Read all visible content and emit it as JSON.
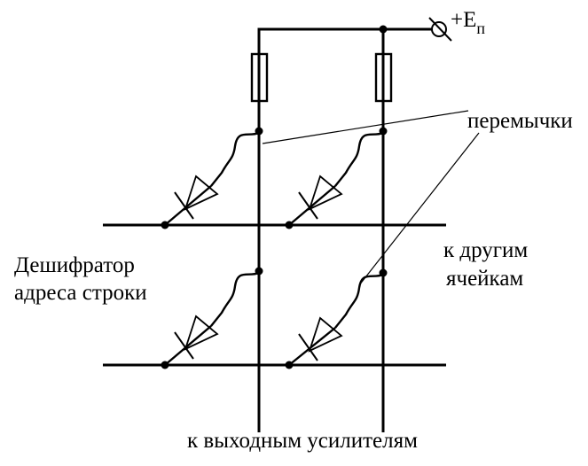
{
  "diagram": {
    "supply_label": "+E",
    "supply_subscript": "п",
    "jumpers_label": "перемычки",
    "decoder_label_line1": "Дешифратор",
    "decoder_label_line2": "адреса строки",
    "other_cells_line1": "к другим",
    "other_cells_line2": "ячейкам",
    "output_label": "к выходным усилителям"
  }
}
